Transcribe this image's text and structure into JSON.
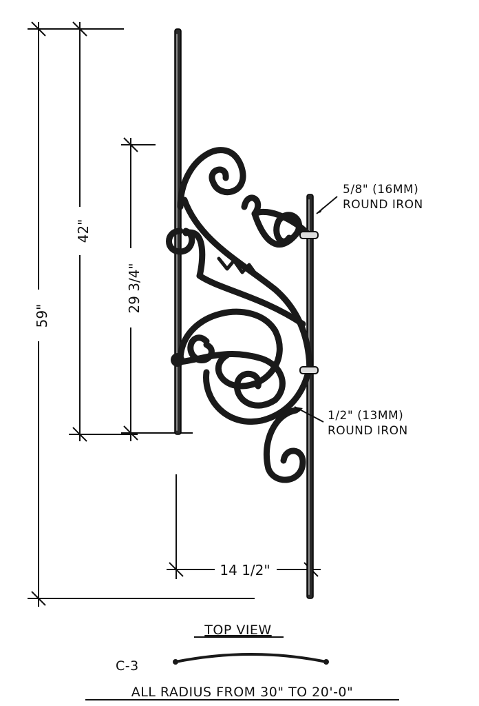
{
  "dimensions": {
    "total_height": "59\"",
    "rail_height": "42\"",
    "panel_height": "29 3/4\"",
    "width": "14 1/2\""
  },
  "callouts": {
    "large_bar_size": "5/8\"  (16MM)",
    "large_bar_material": "ROUND IRON",
    "small_bar_size": "1/2\"  (13MM)",
    "small_bar_material": "ROUND IRON"
  },
  "top_view": {
    "title": "TOP VIEW",
    "part_number": "C-3",
    "radius_note": "ALL RADIUS FROM 30\" TO 20'-0\""
  }
}
